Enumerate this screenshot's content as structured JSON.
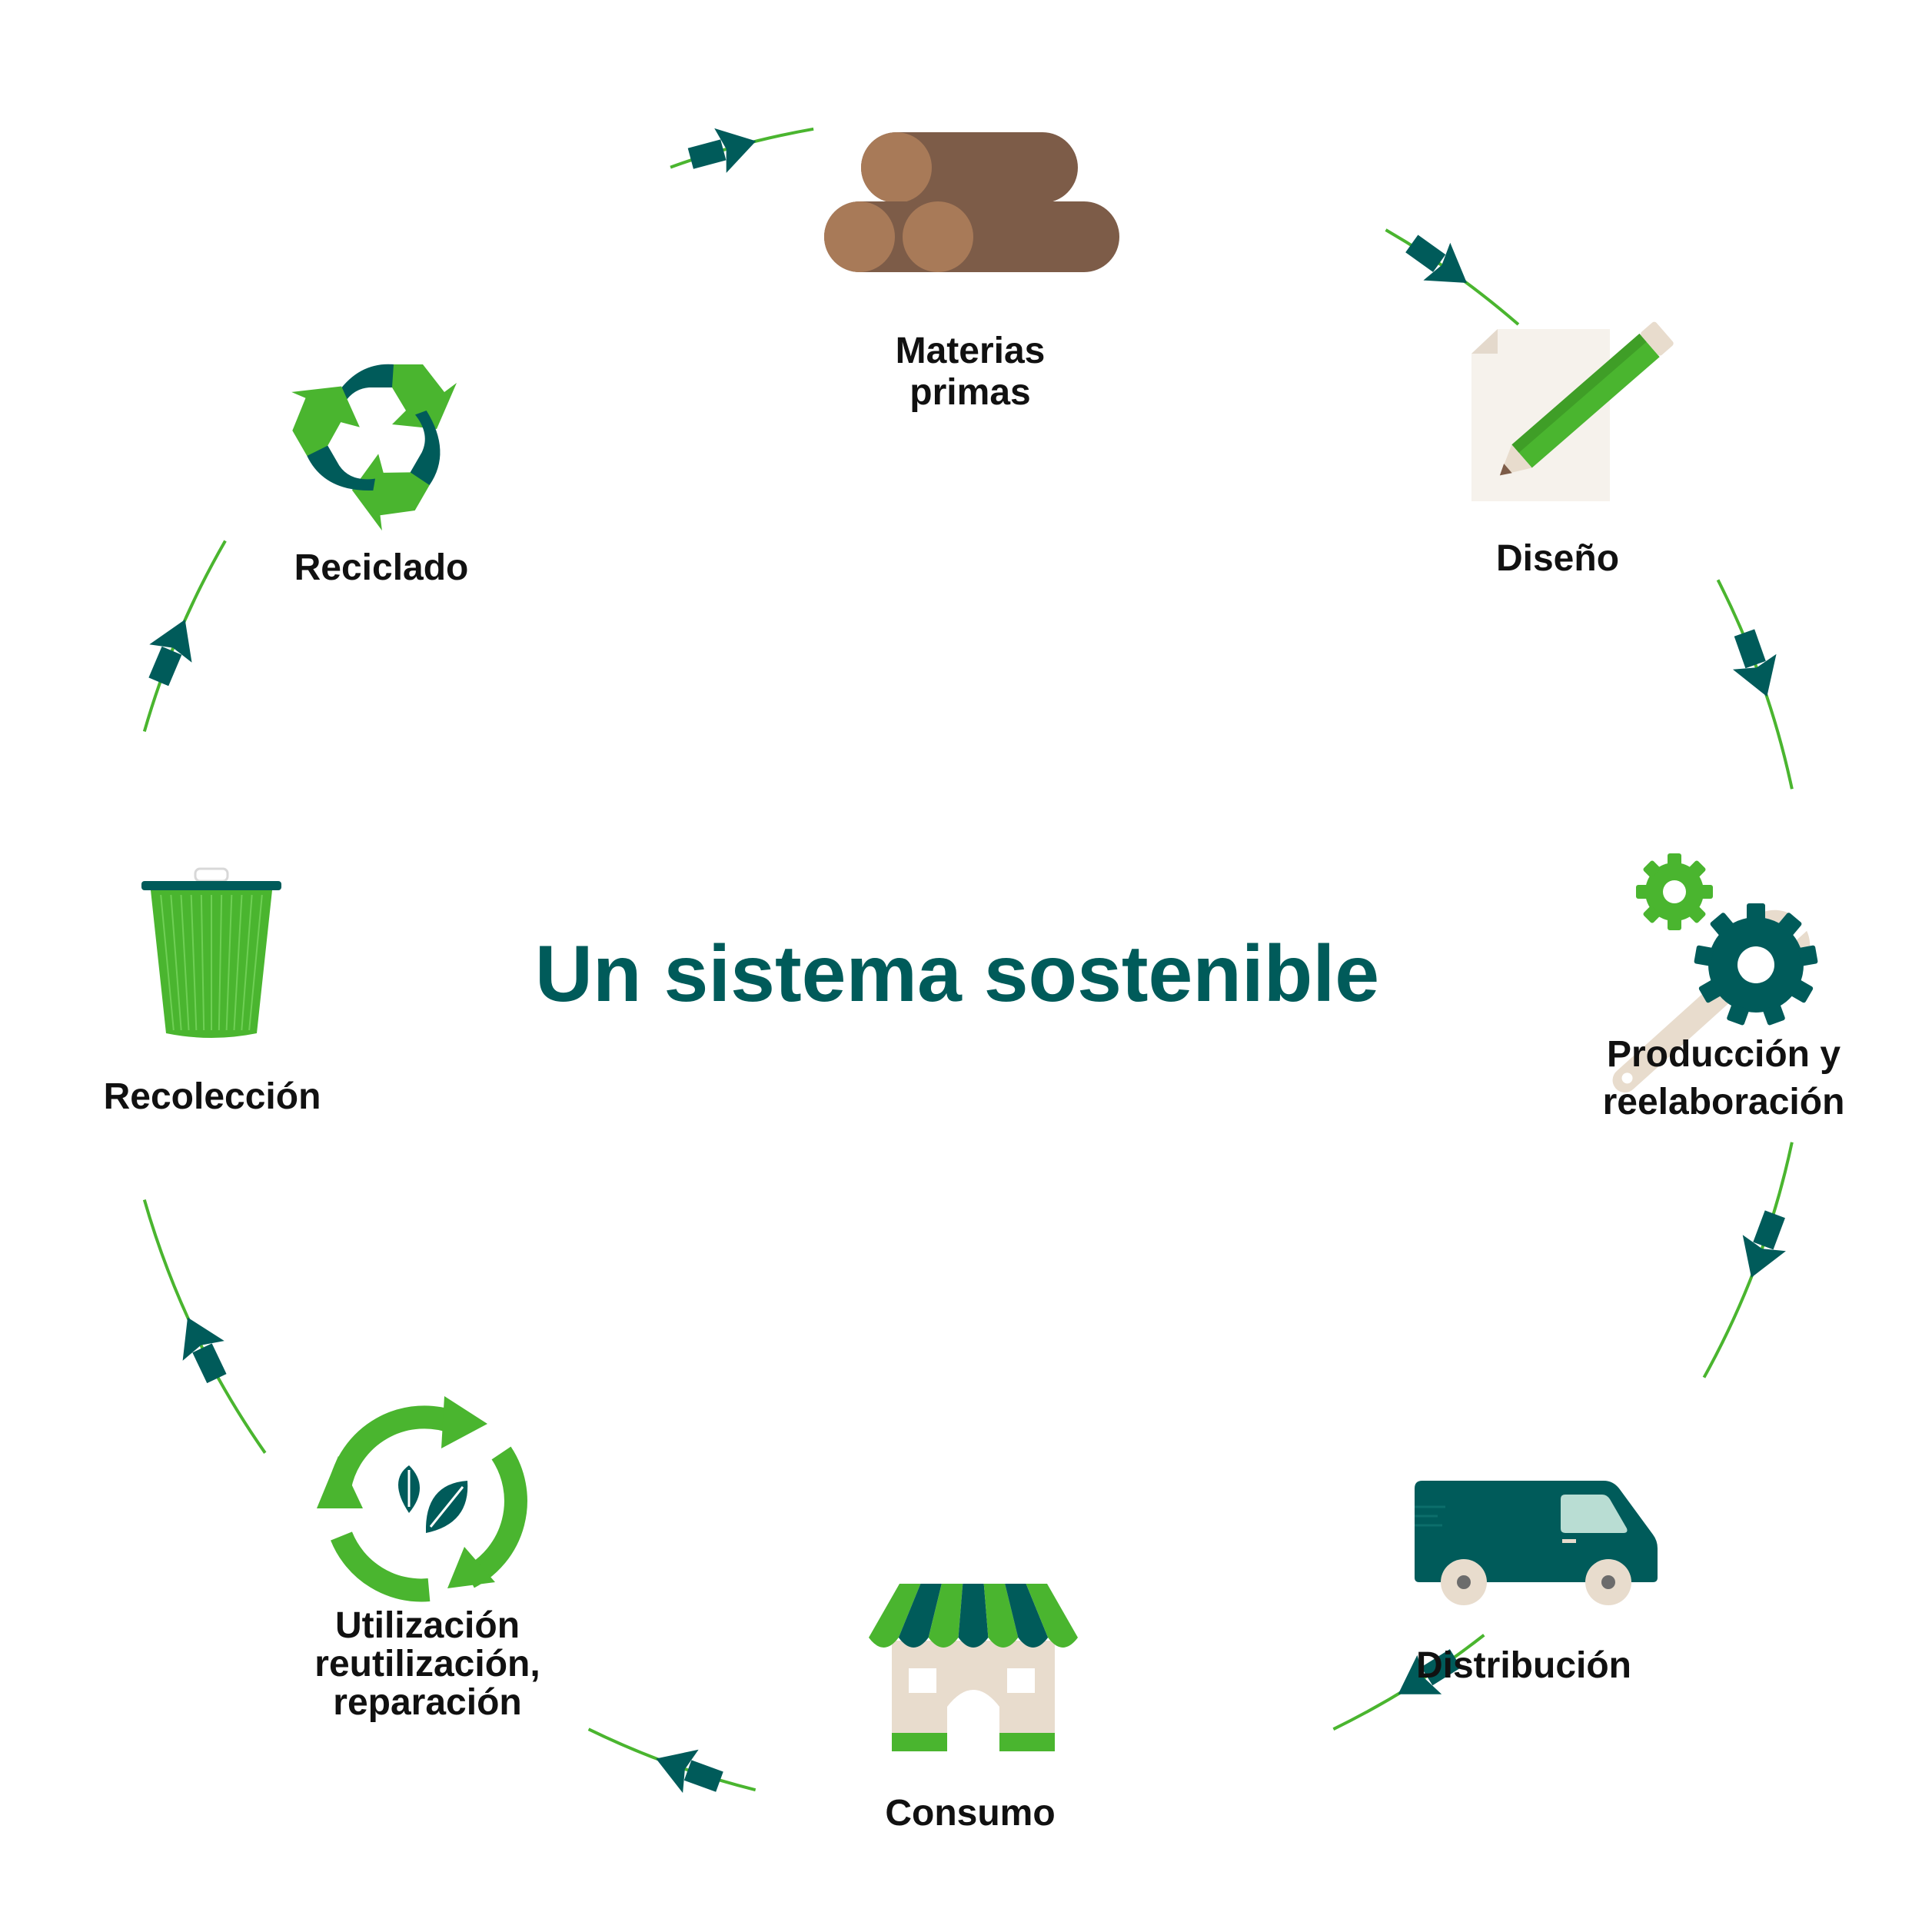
{
  "title": "Un sistema sostenible",
  "colors": {
    "accent_dark": "#005b5a",
    "accent_green": "#4ab52f",
    "wood_dark": "#7d5c48",
    "wood_light": "#a87a58",
    "beige": "#e8dccd",
    "paper": "#f6f2ec"
  },
  "stages": [
    {
      "id": "materias",
      "icon": "logs-icon",
      "lines": [
        "Materias",
        "primas"
      ]
    },
    {
      "id": "diseno",
      "icon": "pencil-paper-icon",
      "lines": [
        "Diseño"
      ]
    },
    {
      "id": "produccion",
      "icon": "gears-wrench-icon",
      "lines": [
        "Producción y",
        "reelaboración"
      ]
    },
    {
      "id": "distribucion",
      "icon": "delivery-van-icon",
      "lines": [
        "Distribución"
      ]
    },
    {
      "id": "consumo",
      "icon": "shop-icon",
      "lines": [
        "Consumo"
      ]
    },
    {
      "id": "utilizacion",
      "icon": "reuse-cycle-icon",
      "lines": [
        "Utilización",
        "reutilización,",
        "reparación"
      ]
    },
    {
      "id": "recoleccion",
      "icon": "trash-bin-icon",
      "lines": [
        "Recolección"
      ]
    },
    {
      "id": "reciclado",
      "icon": "recycle-icon",
      "lines": [
        "Reciclado"
      ]
    }
  ]
}
